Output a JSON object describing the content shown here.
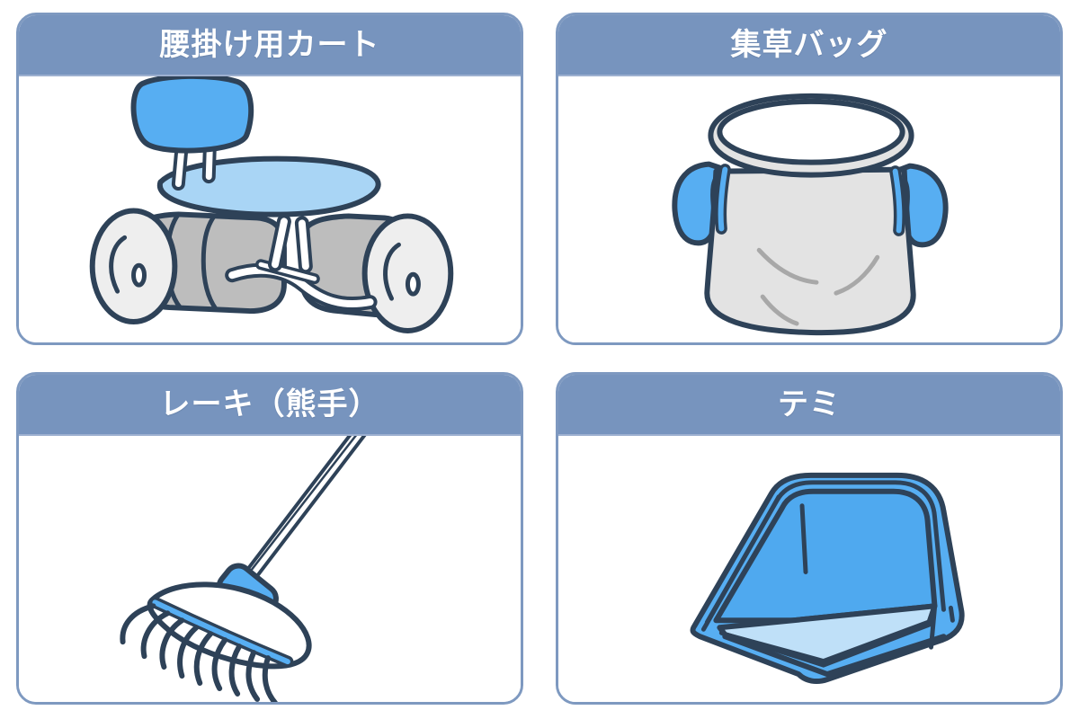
{
  "page": {
    "background_color": "#ffffff",
    "layout": "2x2-grid",
    "card_border_color": "#7e99c0",
    "header_color": "#7794be",
    "title_color": "#ffffff",
    "outline_color": "#2e4258",
    "accent_blue": "#57aef2",
    "light_blue": "#a9d5f5",
    "pale_blue": "#c6e4fa",
    "gray_fill": "#e3e3e3",
    "mid_gray": "#b3b3b3",
    "stitch_gray": "#a8a8a8"
  },
  "cards": [
    {
      "id": "koshikake-cart",
      "title": "腰掛け用カート",
      "illustration": "rolling-garden-seat-cart"
    },
    {
      "id": "shuusou-bag",
      "title": "集草バッグ",
      "illustration": "grass-collection-bag"
    },
    {
      "id": "rake",
      "title": "レーキ（熊手）",
      "illustration": "garden-rake"
    },
    {
      "id": "temi",
      "title": "テミ",
      "illustration": "scoop-dustpan"
    }
  ]
}
